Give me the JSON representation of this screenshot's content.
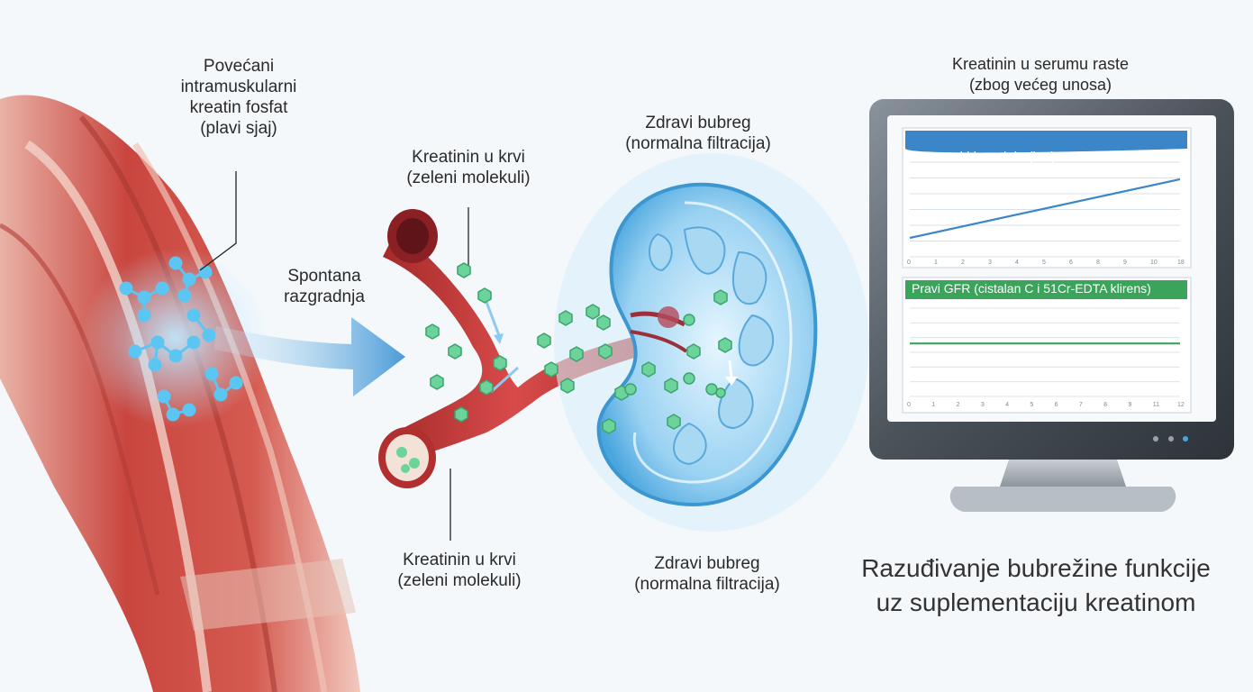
{
  "labels": {
    "muscle": [
      "Povećani",
      "intramuskularni",
      "kreatin fosfat",
      "(plavi sjaj)"
    ],
    "arrow": [
      "Spontana",
      "razgradnja"
    ],
    "blood_top": [
      "Kreatinin u krvi",
      "(zeleni molekuli)"
    ],
    "blood_bottom": [
      "Kreatinin u krvi",
      "(zeleni molekuli)"
    ],
    "kidney_top": [
      "Zdravi bubreg",
      "(normalna filtracija)"
    ],
    "kidney_bottom": [
      "Zdravi bubreg",
      "(normalna filtracija)"
    ],
    "monitor_caption": [
      "Kreatinin u serumu raste",
      "(zbog većeg unosa)"
    ]
  },
  "title": [
    "Razuđivanje bubrežine funkcije",
    "uz suplementaciju kreatinom"
  ],
  "colors": {
    "muscle": "#c9463f",
    "vessel": "#c23b3b",
    "kidney": "#5eb4e6",
    "molecule_green": "#6cd49a",
    "molecule_blue": "#5cc6f2",
    "panel_blue": "#3a86c8",
    "panel_green": "#3aa55a"
  },
  "chart_data": [
    {
      "type": "line",
      "title": "Serumski kreatinin (krv)",
      "x": [
        0,
        18
      ],
      "y": [
        0.2,
        0.82
      ],
      "xticks": [
        "0",
        "1",
        "2",
        "3",
        "4",
        "5",
        "6",
        "8",
        "9",
        "10",
        "18"
      ],
      "color": "#3a86c8"
    },
    {
      "type": "line",
      "title": "Pravi GFR (cistalan C i 51Cr-EDTA klirens)",
      "x": [
        0,
        12
      ],
      "y": [
        0.6,
        0.6
      ],
      "xticks": [
        "0",
        "1",
        "2",
        "3",
        "4",
        "5",
        "6",
        "7",
        "8",
        "9",
        "11",
        "12"
      ],
      "color": "#3aa55a"
    }
  ]
}
